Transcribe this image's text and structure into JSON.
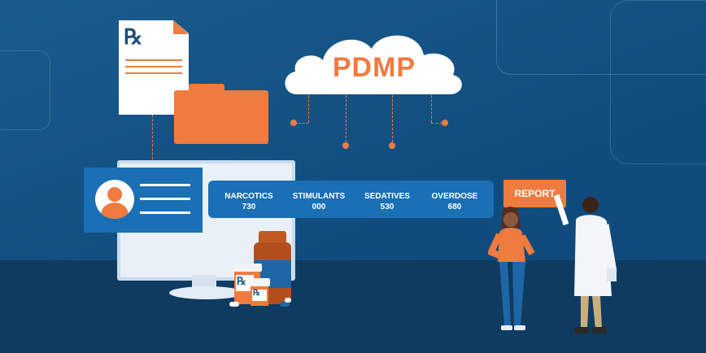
{
  "document": {
    "rx_symbol": "℞"
  },
  "cloud": {
    "title": "PDMP"
  },
  "stats": [
    {
      "label": "NARCOTICS",
      "value": "730"
    },
    {
      "label": "STIMULANTS",
      "value": "000"
    },
    {
      "label": "SEDATIVES",
      "value": "530"
    },
    {
      "label": "OVERDOSE",
      "value": "680"
    }
  ],
  "report_button": {
    "label": "REPORT"
  },
  "bottles": {
    "label_a": "℞",
    "label_b": "℞"
  },
  "colors": {
    "background": "#134f84",
    "accent": "#f07b3f",
    "panel": "#1a6fb5",
    "floor": "#0f3b60"
  },
  "icons": [
    "rx-document-icon",
    "folder-icon",
    "cloud-icon",
    "user-avatar-icon",
    "pill-bottle-icon"
  ]
}
